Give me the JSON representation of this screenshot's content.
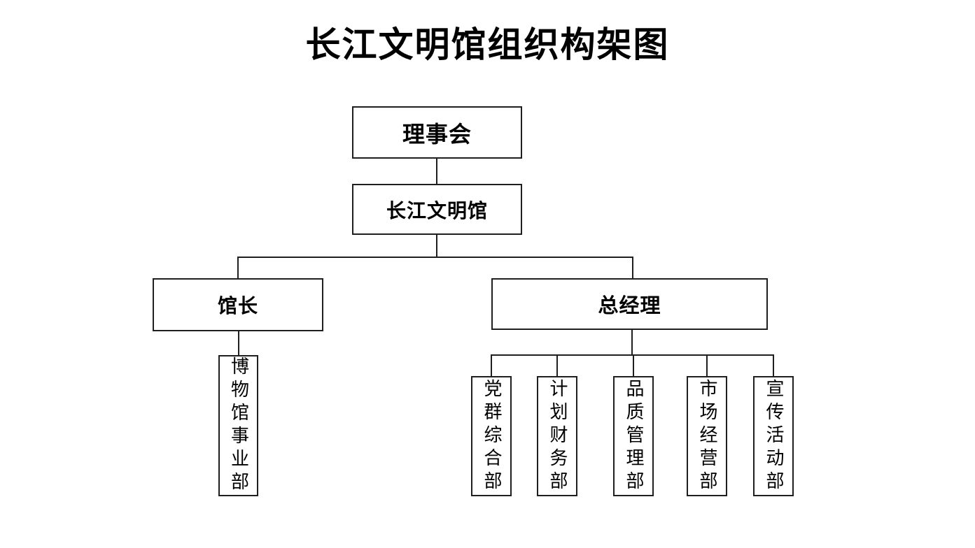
{
  "title": "长江文明馆组织构架图",
  "org": {
    "board": {
      "label": "理事会"
    },
    "institution": {
      "label": "长江文明馆"
    },
    "director": {
      "label": "馆长"
    },
    "general_manager": {
      "label": "总经理"
    },
    "director_departments": [
      {
        "label": "博物馆事业部"
      }
    ],
    "gm_departments": [
      {
        "label": "党群综合部"
      },
      {
        "label": "计划财务部"
      },
      {
        "label": "品质管理部"
      },
      {
        "label": "市场经营部"
      },
      {
        "label": "宣传活动部"
      }
    ]
  },
  "colors": {
    "line": "#1f1f1f",
    "text": "#000000",
    "background": "#ffffff"
  }
}
